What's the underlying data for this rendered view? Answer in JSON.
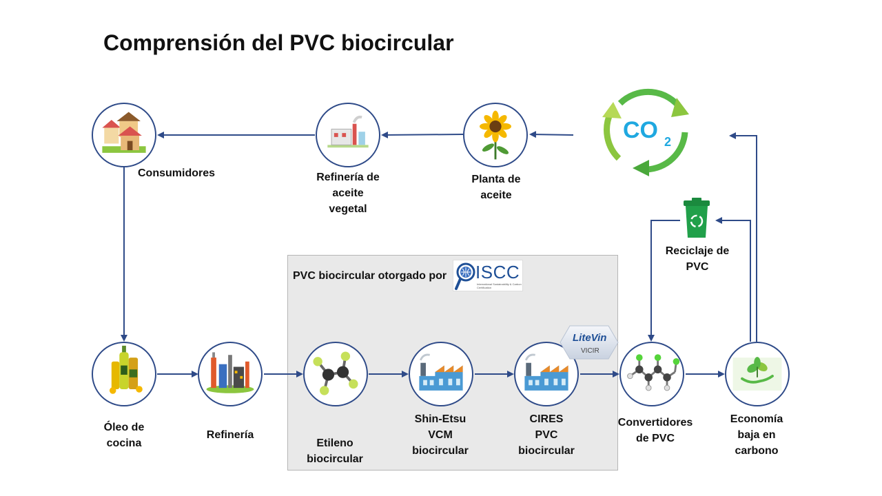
{
  "title": "Comprensión del PVC biocircular",
  "box_label": "PVC biocircular otorgado por",
  "logos": {
    "iscc": "ISCC",
    "iscc_sub": "International Sustainability & Carbon Certification",
    "litevin": "LiteVin",
    "litevin_sub": "VICIR",
    "co2": "CO",
    "co2_sub": "2"
  },
  "nodes": {
    "consumidores": "Consumidores",
    "refineria_aceite": "Refinería de\naceite\nvegetal",
    "planta": "Planta de\naceite",
    "reciclaje": "Reciclaje de\nPVC",
    "oleo": "Óleo de\ncocina",
    "refineria": "Refinería",
    "etileno": "Etileno\nbiocircular",
    "vcm": "Shin-Etsu\nVCM\nbiocircular",
    "cires": "CIRES\nPVC\nbiocircular",
    "convertidores": "Convertidores\nde PVC",
    "economia": "Economía\nbaja en\ncarbono"
  },
  "colors": {
    "line": "#2e4a88",
    "box": "#e9e9e9",
    "co2_green": "#58b947",
    "co2_text": "#1fa8e0",
    "bin": "#21a04a"
  }
}
